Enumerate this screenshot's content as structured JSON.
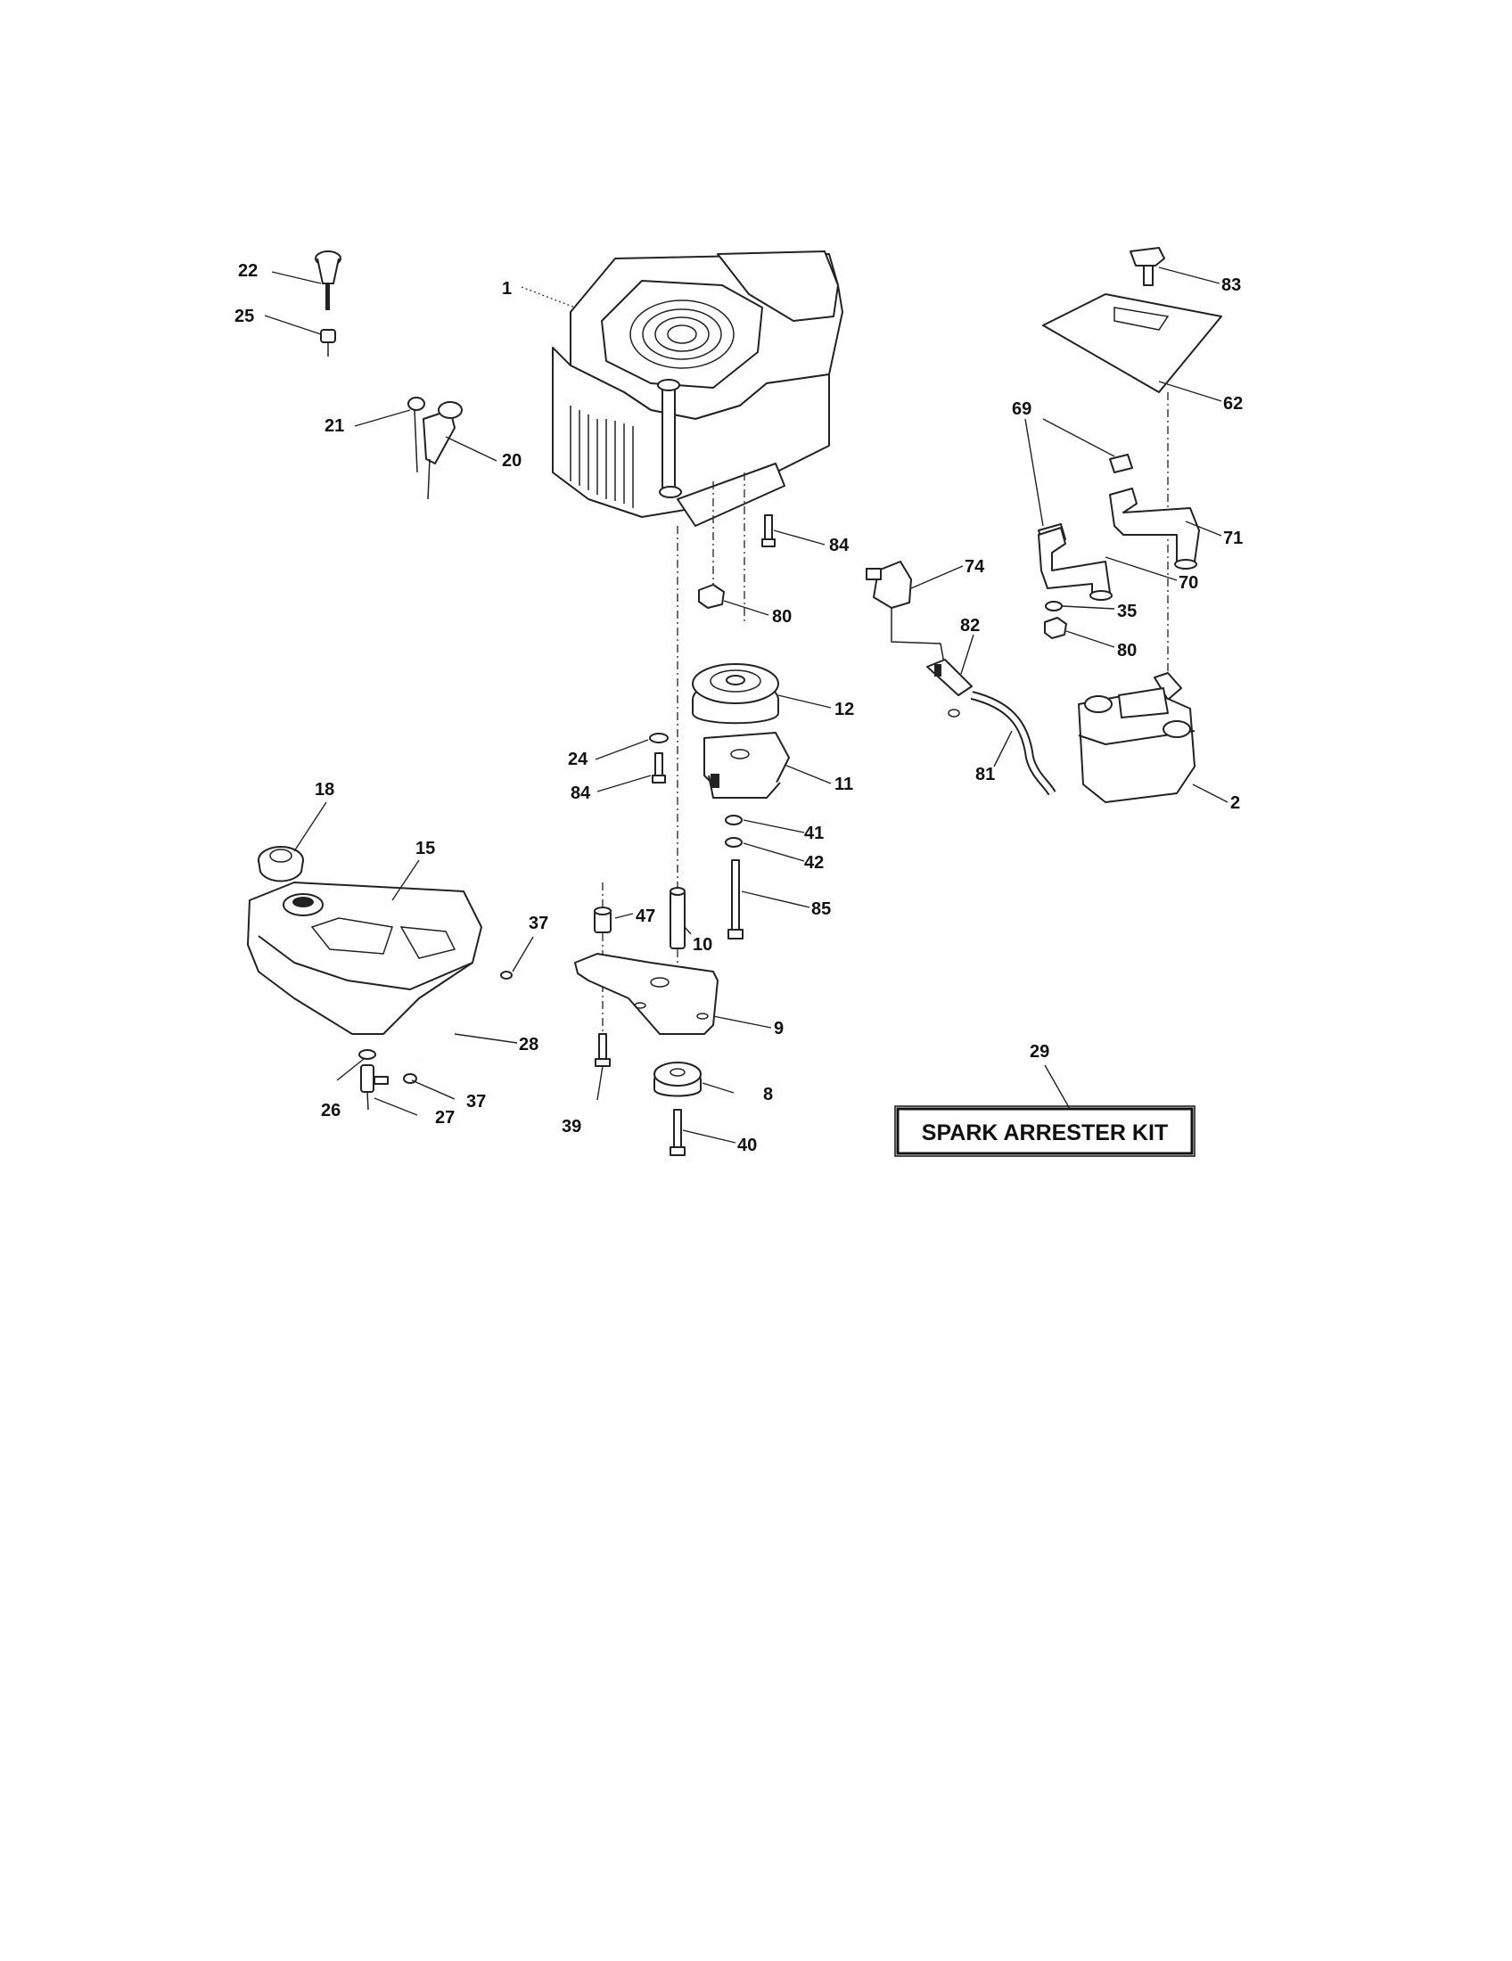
{
  "callouts": {
    "c1": "1",
    "c2": "2",
    "c8": "8",
    "c9": "9",
    "c10": "10",
    "c11": "11",
    "c12": "12",
    "c15": "15",
    "c18": "18",
    "c20": "20",
    "c21": "21",
    "c22": "22",
    "c24": "24",
    "c25": "25",
    "c26": "26",
    "c27": "27",
    "c28": "28",
    "c29": "29",
    "c35": "35",
    "c37a": "37",
    "c37b": "37",
    "c39": "39",
    "c40": "40",
    "c41": "41",
    "c42": "42",
    "c47": "47",
    "c62": "62",
    "c69": "69",
    "c70": "70",
    "c71": "71",
    "c74": "74",
    "c80a": "80",
    "c80b": "80",
    "c81": "81",
    "c82": "82",
    "c83": "83",
    "c84a": "84",
    "c84b": "84",
    "c85": "85"
  },
  "kit_label": "SPARK ARRESTER KIT"
}
